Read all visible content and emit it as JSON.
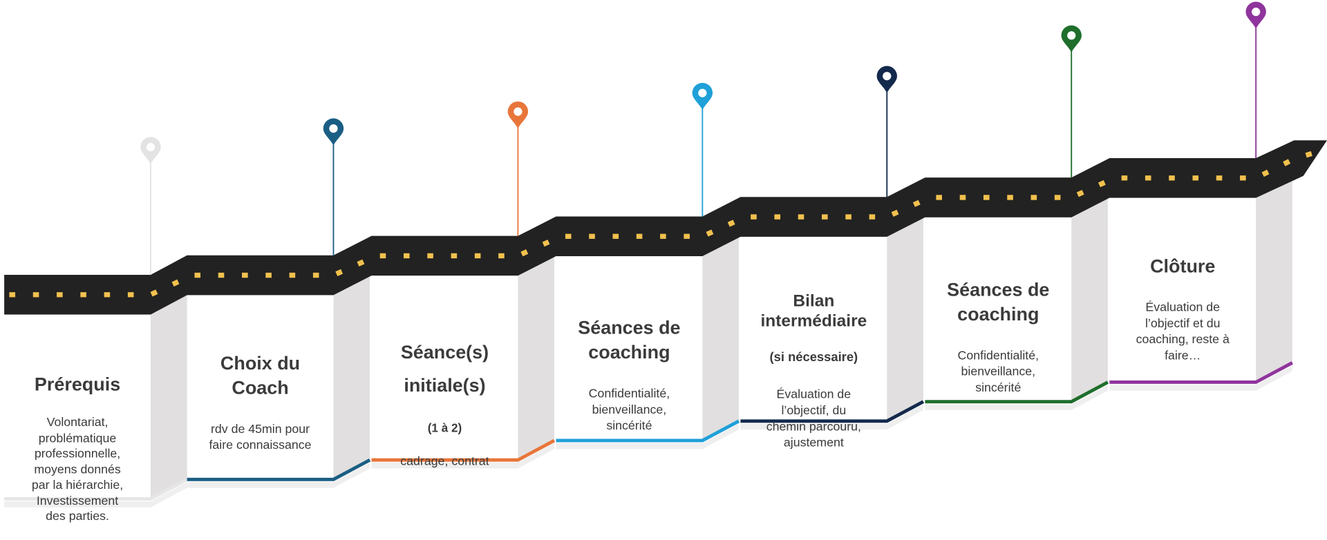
{
  "steps": [
    {
      "title": "Prérequis",
      "subtitle": "",
      "body": "Volontariat,\nproblématique\nprofessionnelle,\nmoyens donnés\npar la hiérarchie,\nInvestissement\ndes parties.",
      "color": "#e6e6e6",
      "pin_color": "#e3e3e3"
    },
    {
      "title": "Choix du\nCoach",
      "subtitle": "",
      "body": "rdv de 45min pour\nfaire connaissance",
      "color": "#1b5e84",
      "pin_color": "#1b5e84"
    },
    {
      "title": "Séance(s)\ninitiale(s)",
      "subtitle": "(1 à 2)",
      "body": "cadrage, contrat",
      "color": "#e8763a",
      "pin_color": "#e8763a"
    },
    {
      "title": "Séances de\ncoaching",
      "subtitle": "",
      "body": "Confidentialité,\nbienveillance,\nsincérité",
      "color": "#1fa0d8",
      "pin_color": "#1fa0d8"
    },
    {
      "title": "Bilan\nintermédiaire",
      "subtitle": "(si nécessaire)",
      "body": "Évaluation de\nl’objectif, du\nchemin parcouru,\najustement",
      "color": "#142a4c",
      "pin_color": "#142a4c"
    },
    {
      "title": "Séances de\ncoaching",
      "subtitle": "",
      "body": "Confidentialité,\nbienveillance,\nsincérité",
      "color": "#1f6e2c",
      "pin_color": "#1f6e2c"
    },
    {
      "title": "Clôture",
      "subtitle": "",
      "body": "Évaluation de\nl’objectif et du\ncoaching, reste à\nfaire…",
      "color": "#8f349c",
      "pin_color": "#8f349c"
    }
  ],
  "road_color": "#222222",
  "dash_color": "#f2c14e",
  "side_color": "#e1dfdf"
}
